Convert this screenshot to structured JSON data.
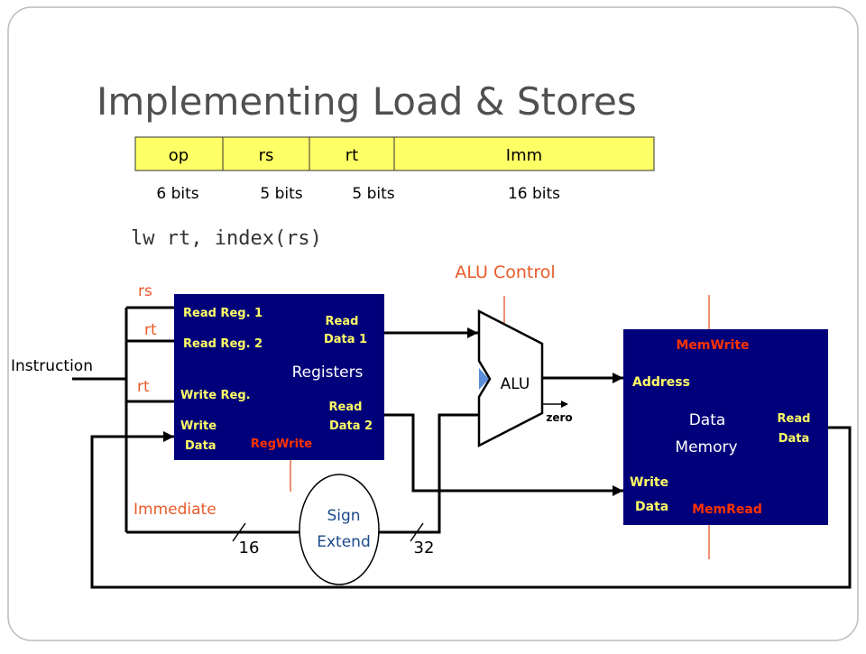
{
  "slide": {
    "title": "Implementing Load & Stores",
    "instruction_example": "lw rt, index(rs)"
  },
  "format": {
    "fields": [
      "op",
      "rs",
      "rt",
      "Imm"
    ],
    "widths": [
      "6 bits",
      "5 bits",
      "5 bits",
      "16 bits"
    ],
    "fill_color": "#ffff66"
  },
  "datapath": {
    "instruction_label": "Instruction",
    "wire_labels": {
      "rs": "rs",
      "rt_read": "rt",
      "rt_write": "rt",
      "immediate": "Immediate",
      "bits_16": "16",
      "bits_32": "32",
      "zero": "zero"
    },
    "registers": {
      "name": "Registers",
      "read_reg_1": "Read Reg. 1",
      "read_reg_2": "Read Reg. 2",
      "write_reg": "Write Reg.",
      "write_data_1": "Write",
      "write_data_2": "Data",
      "read_data_1_a": "Read",
      "read_data_1_b": "Data 1",
      "read_data_2_a": "Read",
      "read_data_2_b": "Data 2",
      "regwrite": "RegWrite"
    },
    "sign_extend": {
      "line1": "Sign",
      "line2": "Extend"
    },
    "alu": {
      "name": "ALU",
      "control": "ALU Control"
    },
    "memory": {
      "name_1": "Data",
      "name_2": "Memory",
      "memwrite": "MemWrite",
      "address": "Address",
      "write_data_1": "Write",
      "write_data_2": "Data",
      "read_data_1": "Read",
      "read_data_2": "Data",
      "memread": "MemRead"
    },
    "colors": {
      "block_fill": "#00007a",
      "block_text": "#ffff66",
      "control_text": "#ff3300",
      "label_red": "#e85a2a",
      "wire": "#000000"
    }
  }
}
